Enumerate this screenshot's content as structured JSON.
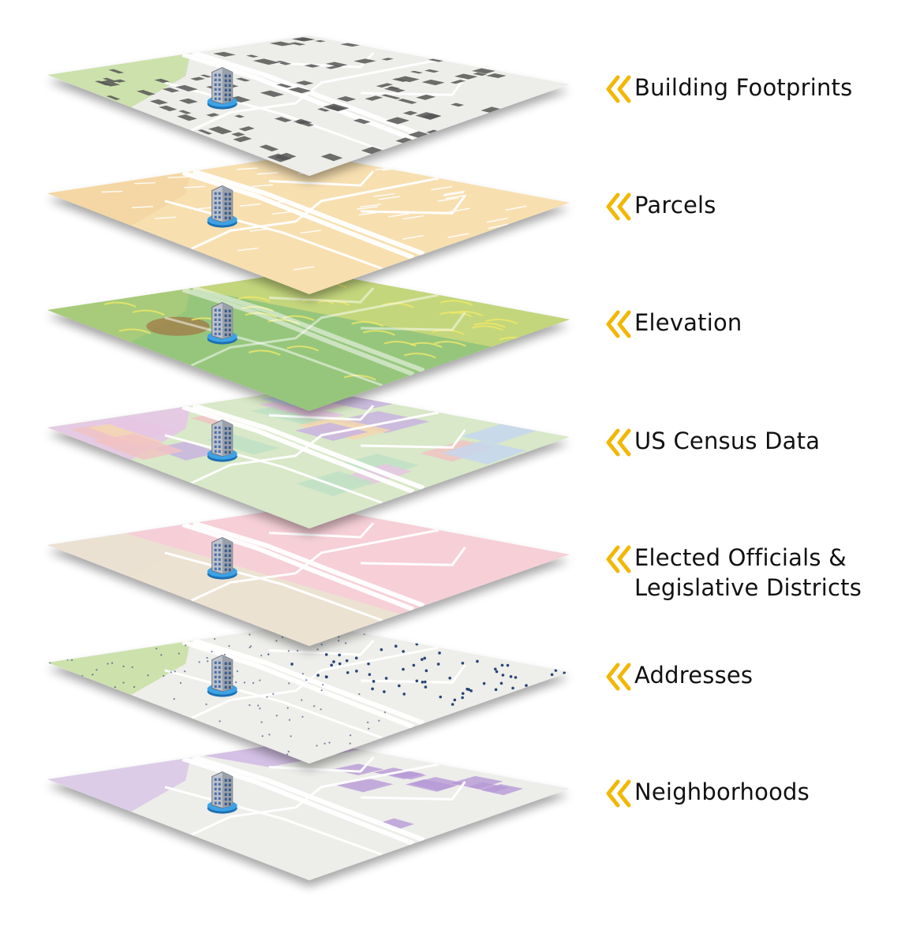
{
  "accent_color": "#F2B705",
  "pin_icon": "building-pin-icon",
  "chevron_icon": "double-chevron-left-icon",
  "layers": [
    {
      "id": "building-footprints",
      "label_lines": [
        "Building Footprints"
      ],
      "base": "#ededea",
      "green": "#c9dfa6",
      "mark": "#555555",
      "style": "buildings"
    },
    {
      "id": "parcels",
      "label_lines": [
        "Parcels"
      ],
      "base": "#f7dfb0",
      "green": "#f3d6a3",
      "mark": "#ffffff",
      "style": "parcels"
    },
    {
      "id": "elevation",
      "label_lines": [
        "Elevation"
      ],
      "base": "#a9cf7f",
      "green": "#e6e07a",
      "mark": "#7a5a2a",
      "style": "elevation"
    },
    {
      "id": "us-census-data",
      "label_lines": [
        "US Census Data"
      ],
      "base": "#d8e8c8",
      "green": "#e5c6e6",
      "mark": "#333333",
      "style": "census"
    },
    {
      "id": "elected-officials",
      "label_lines": [
        "Elected Officials &",
        "Legislative Districts"
      ],
      "base": "#f5d9df",
      "green": "#e3d3ea",
      "mark": "#ffffff",
      "style": "districts"
    },
    {
      "id": "addresses",
      "label_lines": [
        "Addresses"
      ],
      "base": "#eeeeea",
      "green": "#c9dfa6",
      "mark": "#1f3a6e",
      "style": "addresses"
    },
    {
      "id": "neighborhoods",
      "label_lines": [
        "Neighborhoods"
      ],
      "base": "#ededea",
      "green": "#d9c8e8",
      "mark": "#b79ad6",
      "style": "neighborhoods"
    }
  ]
}
